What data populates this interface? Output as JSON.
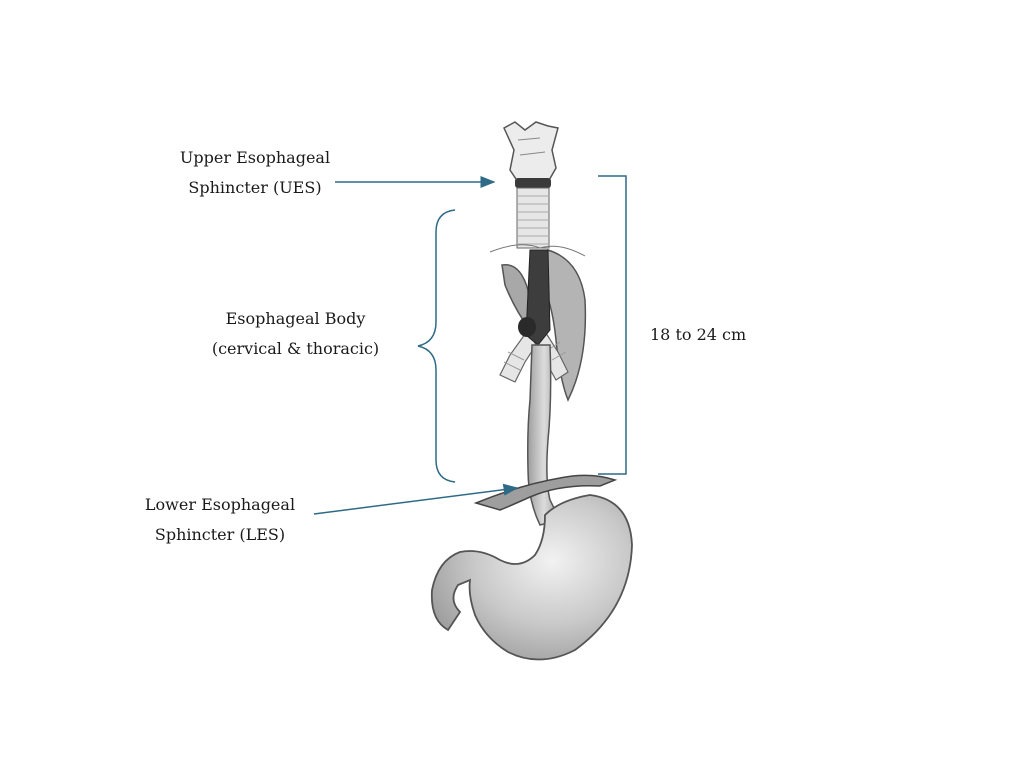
{
  "labels": {
    "ues": {
      "line1": "Upper Esophageal",
      "line2": "Sphincter (UES)"
    },
    "body": {
      "line1": "Esophageal Body",
      "line2": "(cervical & thoracic)"
    },
    "les": {
      "line1": "Lower Esophageal",
      "line2": "Sphincter (LES)"
    },
    "length": "18 to 24 cm"
  },
  "colors": {
    "annotation": "#2f6a86",
    "organ_fill": "#c8c8c8",
    "organ_stroke": "#555555",
    "trachea_fill": "#e6e6e6",
    "dark_tissue": "#3a3a3a"
  }
}
